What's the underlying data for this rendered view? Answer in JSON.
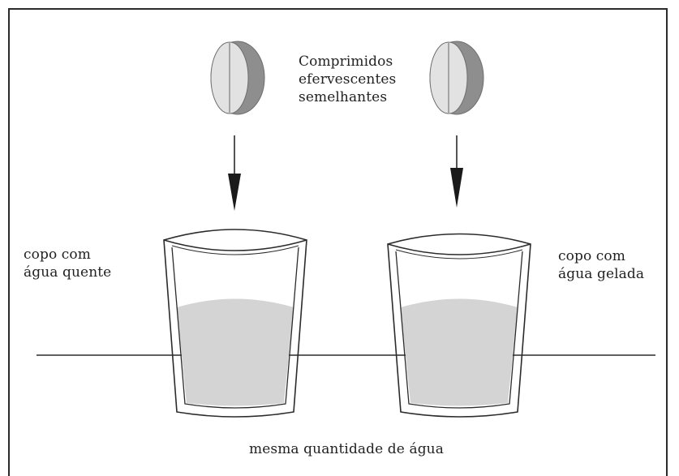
{
  "tablets_label": {
    "line1": "Comprimidos",
    "line2": "efervescentes",
    "line3": "semelhantes"
  },
  "left_cup_label": {
    "line1": "copo com",
    "line2": "água quente"
  },
  "right_cup_label": {
    "line1": "copo com",
    "line2": "água gelada"
  },
  "bottom_caption": "mesma quantidade de água",
  "colors": {
    "water": "#d4d4d4",
    "tablet_face": "#e2e2e2",
    "tablet_edge": "#8e8e8e",
    "outline": "#2b2b2b"
  }
}
